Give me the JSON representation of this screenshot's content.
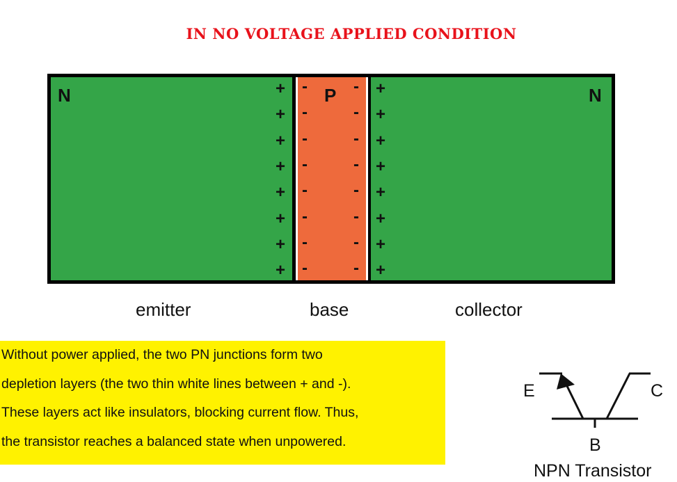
{
  "title": "IN NO VOLTAGE APPLIED CONDITION",
  "diagram": {
    "emitter_type": "N",
    "base_type": "P",
    "collector_type": "N",
    "positive_sign": "+",
    "negative_sign": "-",
    "charge_rows": 8,
    "region_labels": {
      "emitter": "emitter",
      "base": "base",
      "collector": "collector"
    },
    "colors": {
      "n_region": "#34a548",
      "p_region": "#ee6a3c",
      "title": "#e8121b",
      "note_bg": "#fff200"
    }
  },
  "note": {
    "lines": [
      "Without power applied, the two PN junctions form two",
      "depletion layers (the two thin white lines between + and -).",
      "These layers act like insulators, blocking current flow. Thus,",
      "the transistor reaches a balanced state when unpowered."
    ]
  },
  "symbol": {
    "e": "E",
    "c": "C",
    "b": "B",
    "caption": "NPN Transistor"
  }
}
